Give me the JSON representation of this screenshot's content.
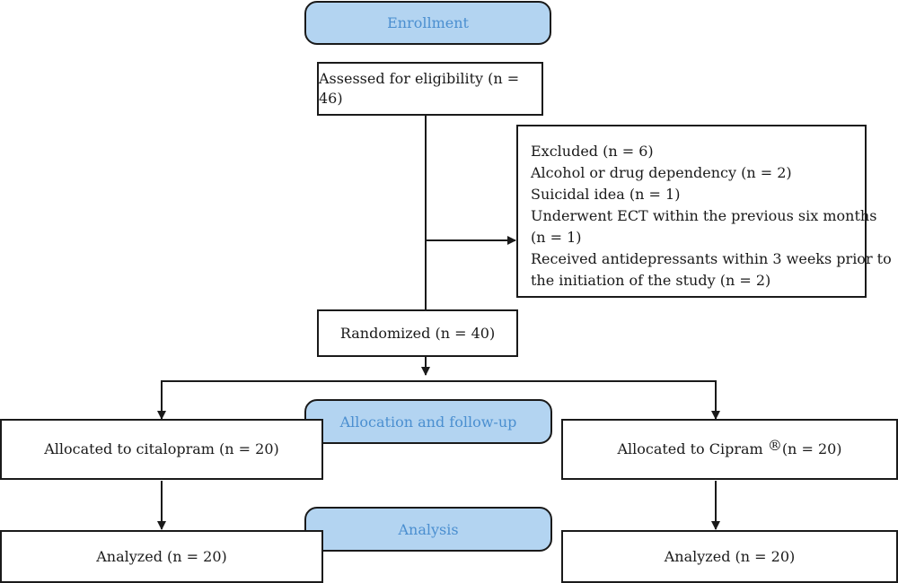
{
  "stages": {
    "enrollment": "Enrollment",
    "allocation": "Allocation and follow-up",
    "analysis": "Analysis"
  },
  "boxes": {
    "assessed": "Assessed for eligibility (n = 46)",
    "excluded": [
      "Excluded (n = 6)",
      "Alcohol or drug dependency (n = 2)",
      "Suicidal idea (n = 1)",
      "Underwent ECT within the previous six months",
      "(n = 1)",
      "Received antidepressants within 3 weeks prior to",
      "the initiation of the study  (n = 2)"
    ],
    "randomized": "Randomized (n = 40)",
    "allocated_left": "Allocated to citalopram (n = 20)",
    "allocated_right_prefix": "Allocated to Cipram",
    "allocated_right_mark": "®",
    "allocated_right_suffix": "(n = 20)",
    "analyzed_left": "Analyzed (n = 20)",
    "analyzed_right": "Analyzed (n = 20)"
  }
}
